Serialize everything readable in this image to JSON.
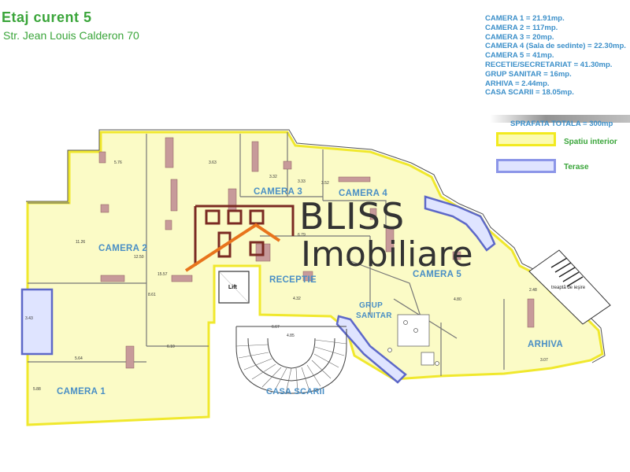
{
  "header": {
    "title": "Etaj curent 5",
    "address": "Str. Jean Louis Calderon 70"
  },
  "areas": [
    "CAMERA 1 = 21.91mp.",
    "CAMERA 2 = 117mp.",
    "CAMERA 3 = 20mp.",
    "CAMERA 4 (Sala de sedinte) = 22.30mp.",
    "CAMERA 5 = 41mp.",
    "RECETIE/SECRETARIAT = 41.30mp.",
    "GRUP SANITAR = 16mp.",
    "ARHIVA = 2.44mp.",
    "CASA SCARII = 18.05mp."
  ],
  "total": "SPRAFATA TOTALA = 300mp",
  "legend": {
    "interior": "Spatiu interior",
    "terase": "Terase",
    "colors": {
      "interior_fill": "#fbfbb0",
      "interior_border": "#f2ea1f",
      "terase_fill": "#dfe4ff",
      "terase_border": "#8c96e8"
    }
  },
  "rooms": {
    "camera1": "CAMERA 1",
    "camera2": "CAMERA 2",
    "camera3": "CAMERA 3",
    "camera4": "CAMERA 4",
    "camera5": "CAMERA 5",
    "receptie": "RECEPTIE",
    "grup": "GRUP",
    "sanitar": "SANITAR",
    "arhiva": "ARHIVA",
    "casa_scarii": "CASA SCARII",
    "lift": "Lift"
  },
  "dimensions": {
    "d1": "5.76",
    "d2": "3.63",
    "d3": "3.32",
    "d4": "3.33",
    "d5": "3.52",
    "d6": "11.26",
    "d7": "12.50",
    "d8": "15.57",
    "d9": "8.61",
    "d10": "6.79",
    "d11": "4.32",
    "d12": "6.67",
    "d13": "4.85",
    "d14": "6.10",
    "d15": "5.64",
    "d16": "3.43",
    "d17": "5.88",
    "d18": "3.07",
    "d19": "4.80",
    "d20": "2.48"
  },
  "logo": {
    "line1": "BLISS",
    "line2": "Imobiliare",
    "colors": {
      "house": "#7a2a22",
      "roof": "#e8741c",
      "text": "#333333"
    }
  },
  "stair_note": "treaptă de ieşire"
}
